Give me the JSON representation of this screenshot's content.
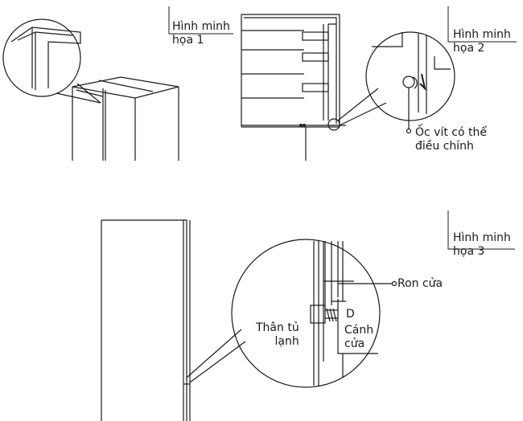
{
  "figures": [
    {
      "title_line1": "Hình minh",
      "title_line2": "họa 1"
    },
    {
      "title_line1": "Hình minh",
      "title_line2": "họa 2",
      "callout": "Ốc vít có thể điều chỉnh",
      "callout_line1": "Ốc vít có thể",
      "callout_line2": "điều chỉnh"
    },
    {
      "title_line1": "Hình minh",
      "title_line2": "họa 3",
      "gasket_label": "Ron cửa",
      "marker_letter": "D",
      "door_label_line1": "Cánh",
      "door_label_line2": "cửa",
      "body_label_line1": "Thân tủ",
      "body_label_line2": "lạnh"
    }
  ],
  "colors": {
    "line": "#1a1a1a",
    "background": "#ffffff"
  }
}
